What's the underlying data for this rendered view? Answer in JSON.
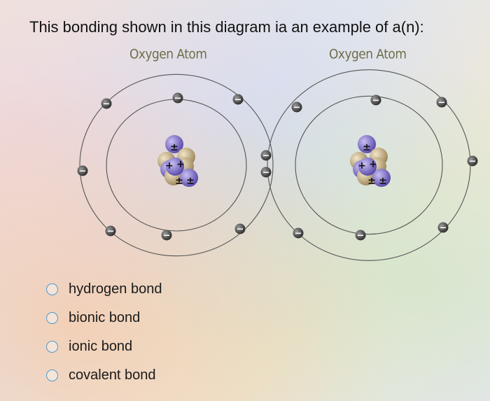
{
  "question": "This bonding shown in this diagram ia an example of a(n):",
  "atoms": [
    {
      "label": "Oxygen Atom",
      "nucleus_signs": [
        "±",
        "+",
        "+",
        "±",
        "±"
      ]
    },
    {
      "label": "Oxygen Atom",
      "nucleus_signs": [
        "±",
        "+",
        "+",
        "±",
        "±"
      ]
    }
  ],
  "electron_symbol": "−",
  "options": [
    {
      "label": "hydrogen bond"
    },
    {
      "label": "bionic bond"
    },
    {
      "label": "ionic bond"
    },
    {
      "label": "covalent bond"
    }
  ],
  "colors": {
    "radio_border": "#4a9cd0",
    "proton": "#7d6ec9",
    "neutron": "#c9b48a",
    "electron": "#444444",
    "orbit": "#555555"
  }
}
